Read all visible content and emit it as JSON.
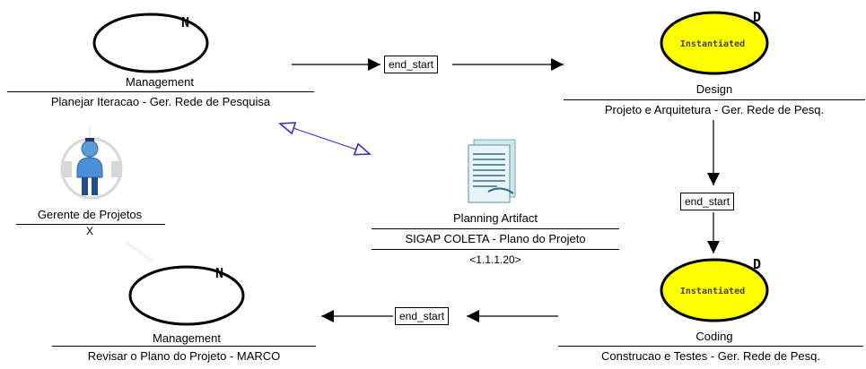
{
  "nodes": {
    "planejar": {
      "badge": "N",
      "type": "Management",
      "name": "Planejar Iteracao - Ger. Rede de Pesquisa"
    },
    "design": {
      "badge": "D",
      "state": "Instantiated",
      "type": "Design",
      "name": "Projeto e Arquitetura - Ger. Rede de Pesq."
    },
    "coding": {
      "badge": "D",
      "state": "Instantiated",
      "type": "Coding",
      "name": "Construcao e Testes - Ger. Rede de Pesq."
    },
    "revisar": {
      "badge": "N",
      "type": "Management",
      "name": "Revisar o Plano do Projeto - MARCO"
    }
  },
  "role": {
    "name": "Gerente de Projetos",
    "sub": "X",
    "icon": "person-icon"
  },
  "artifact": {
    "type": "Planning Artifact",
    "name": "SIGAP COLETA - Plano do Projeto",
    "version": "<1.1.1.20>",
    "icon": "document-icon"
  },
  "connectors": {
    "top": "end_start",
    "right": "end_start",
    "bottom": "end_start"
  },
  "colors": {
    "active_fill": "#ffff00",
    "artifact_link": "#3333cc"
  }
}
